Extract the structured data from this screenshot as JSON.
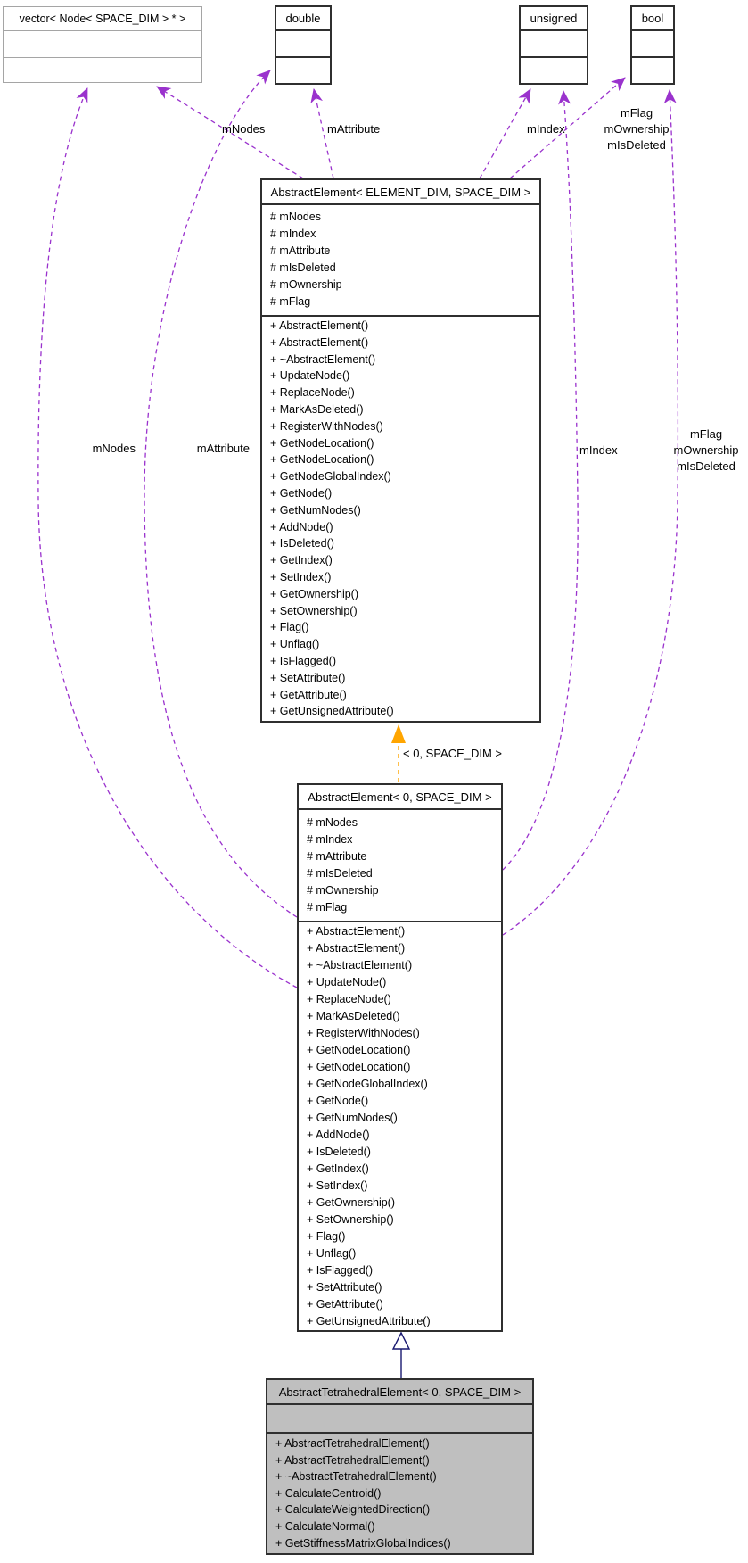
{
  "diagram": {
    "kind": "uml-collaboration-diagram",
    "colors": {
      "usage_edge": "#9A32CD",
      "template_edge": "#FFA500",
      "inheritance_edge": "#191970",
      "highlight_fill": "#BFBFBF",
      "box_border": "#2F2F2F",
      "external_box_border": "#A5A5A5"
    }
  },
  "boxes": {
    "vector": {
      "title": "vector< Node< SPACE_DIM > * >"
    },
    "double": {
      "title": "double"
    },
    "unsigned": {
      "title": "unsigned"
    },
    "bool": {
      "title": "bool"
    },
    "element": {
      "title": "AbstractElement< ELEMENT_DIM, SPACE_DIM >",
      "attributes": [
        "# mNodes",
        "# mIndex",
        "# mAttribute",
        "# mIsDeleted",
        "# mOwnership",
        "# mFlag"
      ],
      "methods": [
        "+ AbstractElement()",
        "+ AbstractElement()",
        "+ ~AbstractElement()",
        "+ UpdateNode()",
        "+ ReplaceNode()",
        "+ MarkAsDeleted()",
        "+ RegisterWithNodes()",
        "+ GetNodeLocation()",
        "+ GetNodeLocation()",
        "+ GetNodeGlobalIndex()",
        "+ GetNode()",
        "+ GetNumNodes()",
        "+ AddNode()",
        "+ IsDeleted()",
        "+ GetIndex()",
        "+ SetIndex()",
        "+ GetOwnership()",
        "+ SetOwnership()",
        "+ Flag()",
        "+ Unflag()",
        "+ IsFlagged()",
        "+ SetAttribute()",
        "+ GetAttribute()",
        "+ GetUnsignedAttribute()"
      ]
    },
    "element0": {
      "title": "AbstractElement< 0, SPACE_DIM >",
      "attributes": [
        "# mNodes",
        "# mIndex",
        "# mAttribute",
        "# mIsDeleted",
        "# mOwnership",
        "# mFlag"
      ],
      "methods": [
        "+ AbstractElement()",
        "+ AbstractElement()",
        "+ ~AbstractElement()",
        "+ UpdateNode()",
        "+ ReplaceNode()",
        "+ MarkAsDeleted()",
        "+ RegisterWithNodes()",
        "+ GetNodeLocation()",
        "+ GetNodeLocation()",
        "+ GetNodeGlobalIndex()",
        "+ GetNode()",
        "+ GetNumNodes()",
        "+ AddNode()",
        "+ IsDeleted()",
        "+ GetIndex()",
        "+ SetIndex()",
        "+ GetOwnership()",
        "+ SetOwnership()",
        "+ Flag()",
        "+ Unflag()",
        "+ IsFlagged()",
        "+ SetAttribute()",
        "+ GetAttribute()",
        "+ GetUnsignedAttribute()"
      ]
    },
    "tetra": {
      "title": "AbstractTetrahedralElement< 0, SPACE_DIM >",
      "attributes": [],
      "methods": [
        "+ AbstractTetrahedralElement()",
        "+ AbstractTetrahedralElement()",
        "+ ~AbstractTetrahedralElement()",
        "+ CalculateCentroid()",
        "+ CalculateWeightedDirection()",
        "+ CalculateNormal()",
        "+ GetStiffnessMatrixGlobalIndices()"
      ]
    }
  },
  "edge_labels": {
    "top": {
      "mNodes": "mNodes",
      "mAttribute": "mAttribute",
      "mIndex": "mIndex",
      "flags": [
        "mFlag",
        "mOwnership",
        "mIsDeleted"
      ]
    },
    "side": {
      "mNodes": "mNodes",
      "mAttribute": "mAttribute",
      "mIndex": "mIndex",
      "flags": [
        "mFlag",
        "mOwnership",
        "mIsDeleted"
      ]
    },
    "template_args": "< 0, SPACE_DIM >"
  }
}
